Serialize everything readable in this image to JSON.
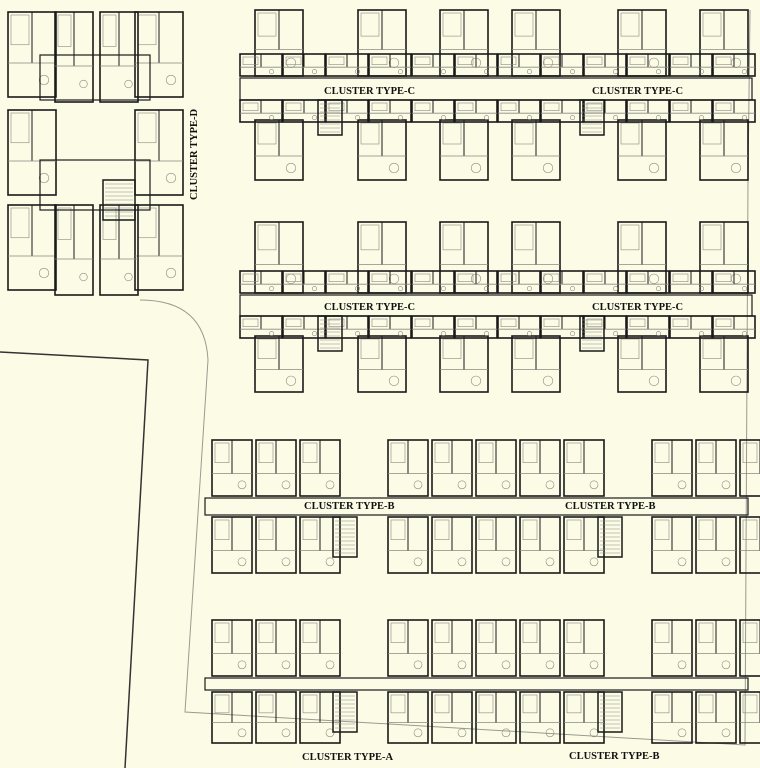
{
  "labels": {
    "cluster_d": "CLUSTER TYPE-D",
    "c_row1_left": "CLUSTER TYPE-C",
    "c_row1_right": "CLUSTER TYPE-C",
    "c_row2_left": "CLUSTER TYPE-C",
    "c_row2_right": "CLUSTER TYPE-C",
    "b_row3_left": "CLUSTER TYPE-B",
    "b_row3_right": "CLUSTER TYPE-B",
    "a_row4": "CLUSTER TYPE-A",
    "b_row4": "CLUSTER TYPE-B"
  },
  "colors": {
    "background": "#fcfbe6",
    "wall": "#1a1a1a",
    "line": "#8a8a80"
  }
}
